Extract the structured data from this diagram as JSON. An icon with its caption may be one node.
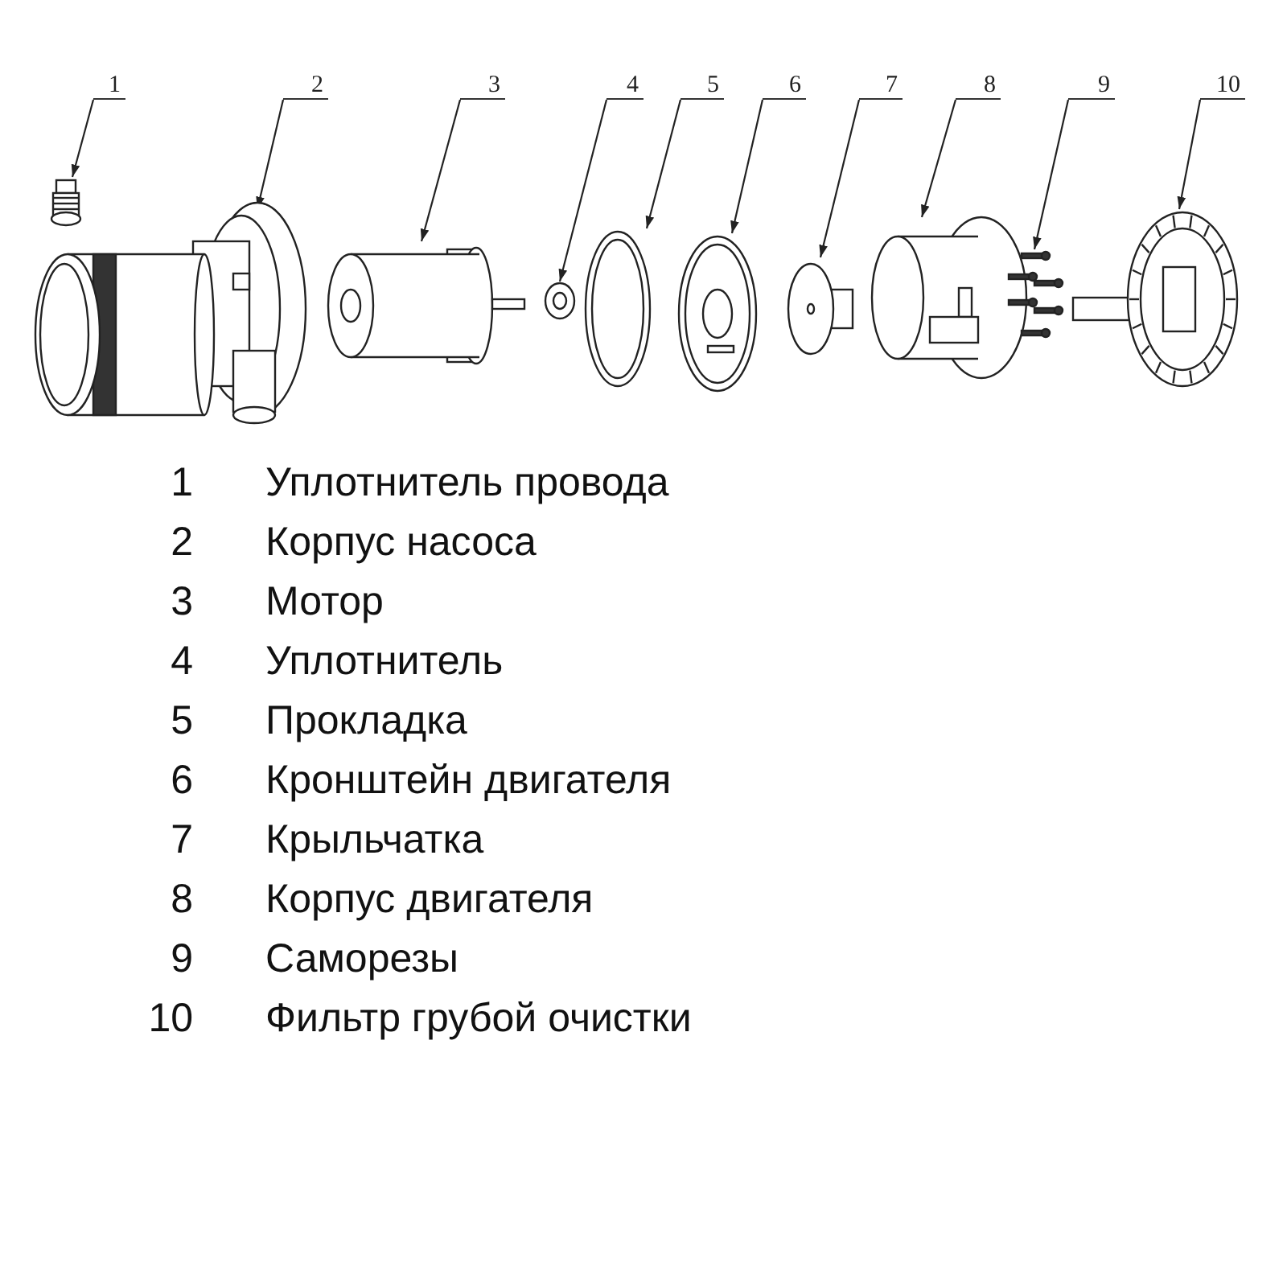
{
  "diagram": {
    "nodes": [
      {
        "text": [
          "1"
        ]
      },
      {
        "text": [
          "2"
        ]
      },
      {
        "text": [
          "3"
        ]
      },
      {
        "text": [
          "4"
        ]
      },
      {
        "text": [
          "5"
        ]
      },
      {
        "text": [
          "6"
        ]
      },
      {
        "text": [
          "7"
        ]
      },
      {
        "text": [
          "8"
        ]
      },
      {
        "text": [
          "9"
        ]
      },
      {
        "text": [
          "10"
        ]
      },
      {
        "text": [],
        "shape": "picture"
      },
      {
        "text": [],
        "shape": "picture"
      },
      {
        "text": [],
        "shape": "picture"
      },
      {
        "text": [],
        "shape": "picture"
      },
      {
        "text": [],
        "shape": "picture"
      },
      {
        "text": [],
        "shape": "picture"
      },
      {
        "text": [],
        "shape": "picture"
      },
      {
        "text": [],
        "shape": "picture"
      },
      {
        "text": [],
        "shape": "picture"
      },
      {
        "text": [],
        "shape": "picture"
      }
    ],
    "edges": [
      {
        "from": 0,
        "to": 10,
        "arrow": "to"
      },
      {
        "from": 1,
        "to": 11,
        "arrow": "to"
      },
      {
        "from": 2,
        "to": 12,
        "arrow": "to"
      },
      {
        "from": 3,
        "to": 13,
        "arrow": "to"
      },
      {
        "from": 4,
        "to": 14,
        "arrow": "to"
      },
      {
        "from": 5,
        "to": 15,
        "arrow": "to"
      },
      {
        "from": 6,
        "to": 16,
        "arrow": "to"
      },
      {
        "from": 7,
        "to": 17,
        "arrow": "to"
      },
      {
        "from": 8,
        "to": 18,
        "arrow": "to"
      },
      {
        "from": 9,
        "to": 19,
        "arrow": "to"
      }
    ],
    "labels": [
      "1",
      "Уплотнитель провода",
      "2",
      "Корпус насоса",
      "3",
      "Мотор",
      "4",
      "Уплотнитель",
      "5",
      "Прокладка",
      "6",
      "Кронштейн двигателя",
      "7",
      "Крыльчатка",
      "8",
      "Корпус двигателя",
      "9",
      "Саморезы",
      "10",
      "Фильтр грубой очистки"
    ]
  }
}
